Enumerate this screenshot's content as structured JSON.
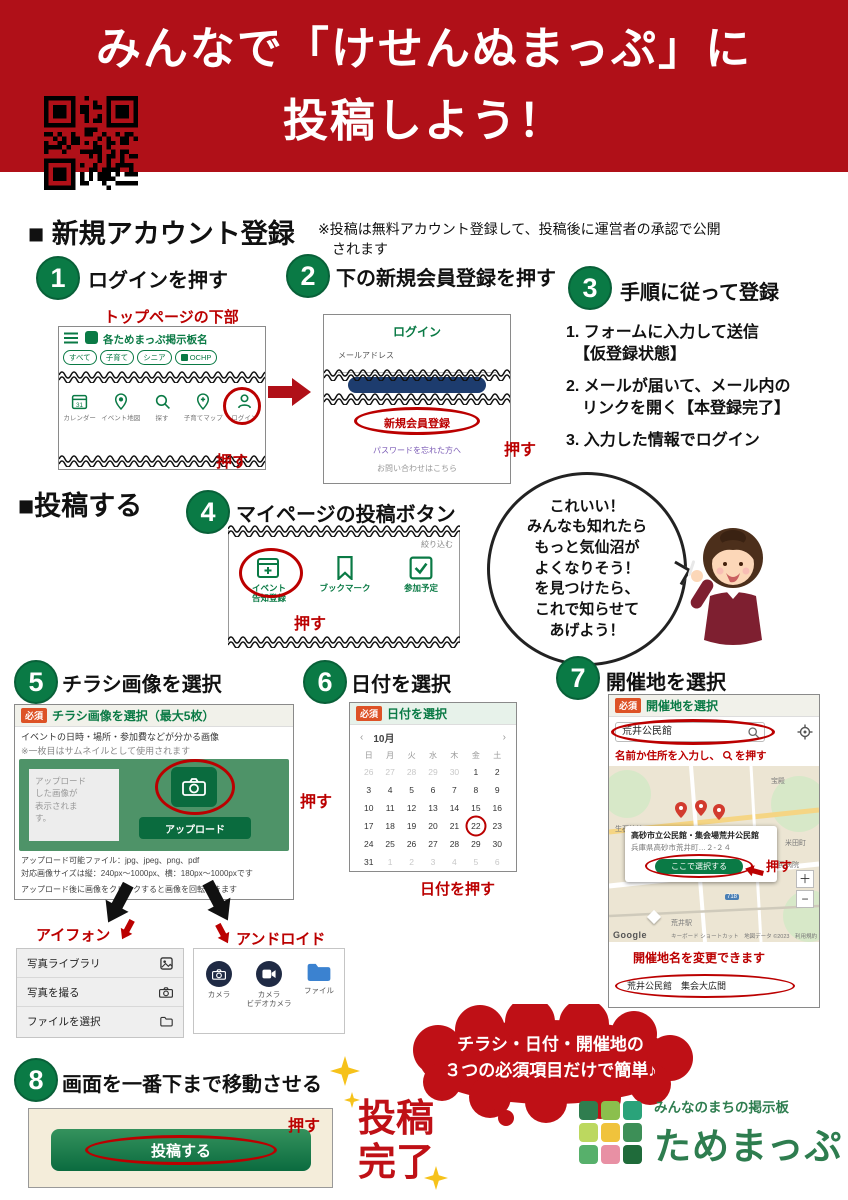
{
  "header": {
    "title_line1": "みんなで「けせんぬまっぷ」に",
    "title_line2": "投稿しよう！"
  },
  "register": {
    "heading": "■ 新規アカウント登録",
    "note": "※投稿は無料アカウント登録して、投稿後に運営者の承認で公開\n　されます"
  },
  "post_heading": "■投稿する",
  "steps": {
    "s1": {
      "num": "1",
      "title": "ログインを押す",
      "caption": "トップページの下部",
      "press": "押す"
    },
    "s2": {
      "num": "2",
      "title": "下の新規会員登録を押す",
      "press": "押す"
    },
    "s3": {
      "num": "3",
      "title": "手順に従って登録",
      "items": [
        "1. フォームに入力して送信\n　【仮登録状態】",
        "2. メールが届いて、メール内の\n　リンクを開く【本登録完了】",
        "3. 入力した情報でログイン"
      ]
    },
    "s4": {
      "num": "4",
      "title": "マイページの投稿ボタン",
      "press": "押す"
    },
    "s5": {
      "num": "5",
      "title": "チラシ画像を選択",
      "press": "押す"
    },
    "s6": {
      "num": "6",
      "title": "日付を選択",
      "press": "日付を押す"
    },
    "s7": {
      "num": "7",
      "title": "開催地を選択",
      "press": "押す"
    },
    "s8": {
      "num": "8",
      "title": "画面を一番下まで移動させる",
      "press": "押す"
    }
  },
  "shot1": {
    "app_title": "各ためまっぷ掲示板名",
    "chips": [
      "すべて",
      "子育て",
      "シニア",
      "OCHP"
    ],
    "nav": [
      {
        "label": "カレンダー"
      },
      {
        "label": "イベント地図"
      },
      {
        "label": "探す"
      },
      {
        "label": "子育てマップ"
      },
      {
        "label": "ログイン"
      }
    ]
  },
  "shot2": {
    "title": "ログイン",
    "email_label": "メールアドレス",
    "register_button": "新規会員登録",
    "forgot_link": "パスワードを忘れた方へ",
    "contact_link": "お問い合わせはこちら"
  },
  "bubble": {
    "lines": "これいい！\nみんなも知れたら\nもっと気仙沼が\nよくなりそう！\nを見つけたら、\nこれで知らせて\nあげよう！"
  },
  "shot4": {
    "filter_label": "絞り込む",
    "icons": [
      {
        "label": "イベント\n告知登録"
      },
      {
        "label": "ブックマーク"
      },
      {
        "label": "参加予定"
      }
    ]
  },
  "shot5": {
    "required": "必須",
    "title": "チラシ画像を選択（最大5枚）",
    "desc1": "イベントの日時・場所・参加費などが分かる画像",
    "desc2": "※一枚目はサムネイルとして使用されます",
    "placeholder": "アップロード\nした画像が\n表示されま\nす。",
    "upload_button": "アップロード",
    "note1": "アップロード可能ファイル：jpg、jpeg、png、pdf",
    "note2": "対応画像サイズは縦：240px～1000px、横：180px～1000pxです",
    "note3": "アップロード後に画像をクリックすると画像を回転できます"
  },
  "platforms": {
    "iphone_label": "アイフォン",
    "android_label": "アンドロイド",
    "iphone_menu": [
      {
        "label": "写真ライブラリ"
      },
      {
        "label": "写真を撮る"
      },
      {
        "label": "ファイルを選択"
      }
    ],
    "android_menu": [
      {
        "label": "カメラ"
      },
      {
        "label": "カメラ\nビデオカメラ"
      },
      {
        "label": "ファイル"
      }
    ]
  },
  "shot6": {
    "required": "必須",
    "title": "日付を選択",
    "prev": "‹",
    "next": "›",
    "month": "10月",
    "weekdays": [
      "日",
      "月",
      "火",
      "水",
      "木",
      "金",
      "土"
    ],
    "weeks": [
      [
        "26",
        "27",
        "28",
        "29",
        "30",
        "1",
        "2"
      ],
      [
        "3",
        "4",
        "5",
        "6",
        "7",
        "8",
        "9"
      ],
      [
        "10",
        "11",
        "12",
        "13",
        "14",
        "15",
        "16"
      ],
      [
        "17",
        "18",
        "19",
        "20",
        "21",
        "22",
        "23"
      ],
      [
        "24",
        "25",
        "26",
        "27",
        "28",
        "29",
        "30"
      ],
      [
        "31",
        "1",
        "2",
        "3",
        "4",
        "5",
        "6"
      ]
    ],
    "selected_day": "22"
  },
  "shot7": {
    "required": "必須",
    "title": "開催地を選択",
    "search_value": "荒井公民館",
    "hint_before": "名前か住所を入力し、",
    "hint_after": "を押す",
    "map_labels": [
      "生石神社",
      "宝殿",
      "米田町",
      "中央市民病院",
      "荒井駅"
    ],
    "route_badge": "718",
    "popup_title": "高砂市立公民館・集会場荒井公民館",
    "popup_address": "兵庫県高砂市荒井町…２-２４",
    "select_button": "ここで選択する",
    "zoom_in": "＋",
    "zoom_out": "−",
    "google": "Google",
    "attribution": "キーボード ショートカット　地図データ ©2023　利用規約",
    "change_hint": "開催地名を変更できます",
    "venue_value": "荒井公民館　集会大広間"
  },
  "cloud": {
    "line1": "チラシ・日付・開催地の",
    "line2": "３つの必須項目だけで簡単♪"
  },
  "shot8": {
    "submit_button": "投稿する"
  },
  "complete": {
    "line1": "投稿",
    "line2": "完了"
  },
  "logo": {
    "tagline": "みんなのまちの掲示板",
    "name": "ためまっぷ"
  },
  "colors": {
    "brand_red": "#b01018",
    "accent_red": "#bb0000",
    "green": "#0a7a45",
    "badge_orange": "#dd5226",
    "logo_green": "#2e7d4f"
  }
}
